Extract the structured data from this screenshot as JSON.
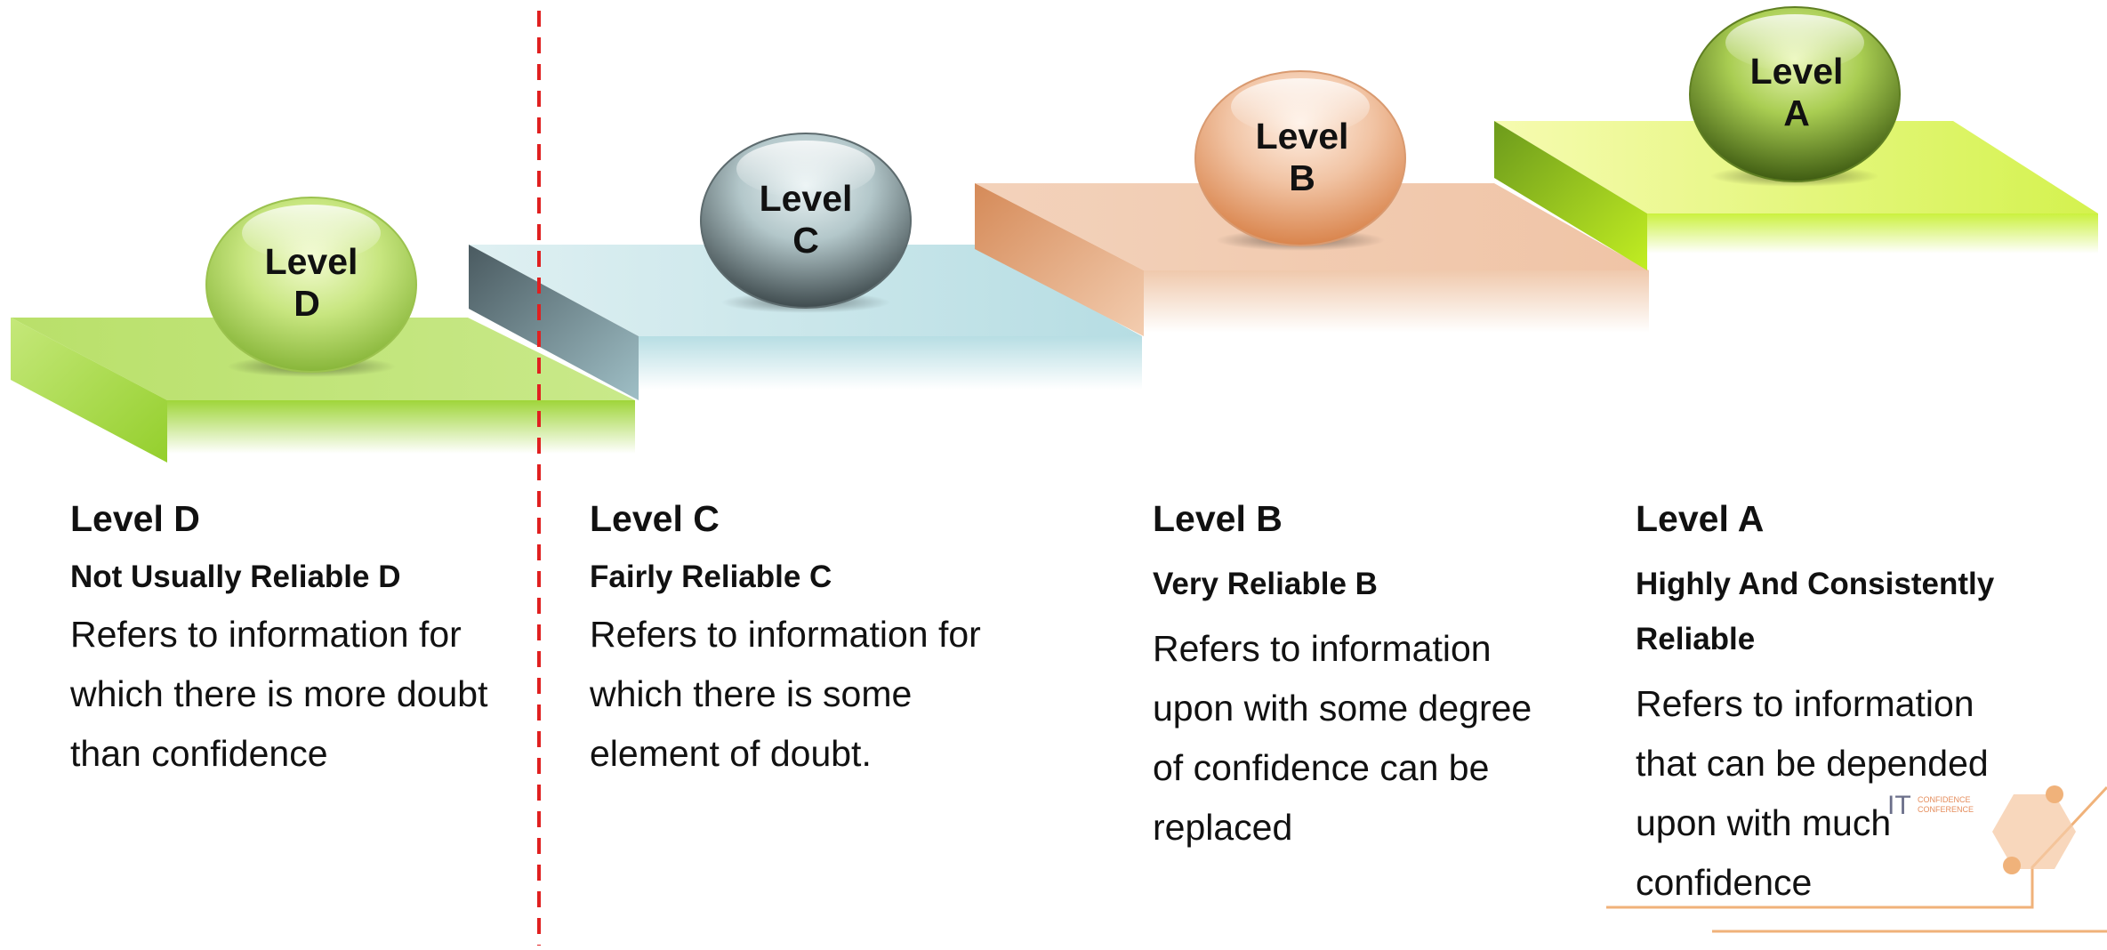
{
  "orbs": [
    {
      "line1": "Level",
      "line2": "D"
    },
    {
      "line1": "Level",
      "line2": "C"
    },
    {
      "line1": "Level",
      "line2": "B"
    },
    {
      "line1": "Level",
      "line2": "A"
    }
  ],
  "levels": [
    {
      "title": "Level D",
      "subtitle": "Not Usually Reliable D",
      "description": "Refers to information for which there is more doubt than confidence"
    },
    {
      "title": "Level C",
      "subtitle": "Fairly Reliable C",
      "description": "Refers to information for which there is some element of doubt."
    },
    {
      "title": "Level B",
      "subtitle": "Very Reliable B",
      "description": "Refers to information upon with some degree of confidence can be replaced"
    },
    {
      "title": "Level A",
      "subtitle": "Highly And Consistently Reliable",
      "description": "Refers to information that can be depended upon with much confidence"
    }
  ],
  "logo": {
    "mark": "IT",
    "line1": "CONFIDENCE",
    "line2": "CONFERENCE"
  },
  "colors": {
    "level_d": "#b5dc5c",
    "level_c": "#b8dde3",
    "level_b": "#f0c9ad",
    "level_a": "#d8f56a",
    "divider": "#e02020",
    "accent": "#f0b27a"
  }
}
